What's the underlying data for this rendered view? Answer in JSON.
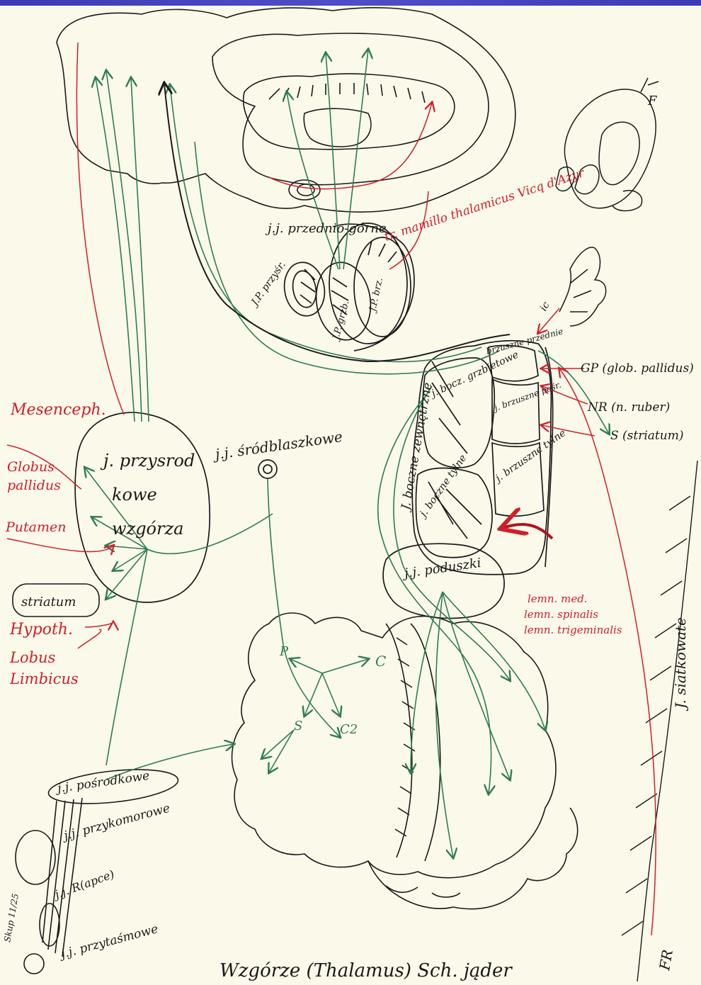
{
  "colors": {
    "paper": "#fbf9ea",
    "ink_black": "#1a1a1a",
    "ink_green": "#2e7d4f",
    "ink_red": "#d11f2a",
    "frame": "#4644bf"
  },
  "labels": {
    "j_przednie_gorne": "j.j. przednio-górne",
    "tr_mammillothalamicus": "tr. mamillo thalamicus Vicq d'Azyr",
    "jp_przysr": "J.P. przyśr.",
    "jp_grzb": "J.P. grzb.",
    "jp_brz": "J.P. brz.",
    "j_srodblaszkowe": "j.j. śródblaszkowe",
    "j_przysrodkowe": "j. przyśrod-kowe wzgórza",
    "j_boczne_zewn": "J. boczne zewnętrzne",
    "j_bocz_grzbietowe": "j. bocz. grzbietowe",
    "j_brzuszne_przednie": "brzuszne przednie",
    "j_brzuszne_posrednie": "j. brzuszne pośr.",
    "j_brzuszne_tylne": "j. brzuszne tylne",
    "j_boczne_tylne": "j. boczne tylne",
    "j_poduszki": "j.j. poduszki",
    "gp": "GP (glob. pallidus)",
    "nr": "NR (n. ruber)",
    "s": "S (striatum)",
    "lemn": "lemn. med. lemn. spinalis lemn. trigeminalis",
    "j_siatkowate": "J. siatkowate",
    "fr": "FR",
    "mesenceph": "Mesenceph.",
    "globus_pallidus": "Globus pallidus",
    "putamen": "Putamen",
    "hypoth": "Hypoth.",
    "lobus_limbicus": "Lobus limbicus",
    "striatum_box": "striatum",
    "j_posrodkowe": "j.j. pośrodkowe",
    "j_przykomorowe": "j.j. przykomorowe",
    "j_rapce": "j.j. R(apce)",
    "j_przytasmowe": "j.j. przytaśmowe",
    "signature": "Skup 11/25",
    "title": "Wzgórze (Thalamus) Sch. jąder",
    "c1": "C",
    "c2": "C2",
    "s_small": "S",
    "p_small": "P",
    "ic": "ic"
  }
}
